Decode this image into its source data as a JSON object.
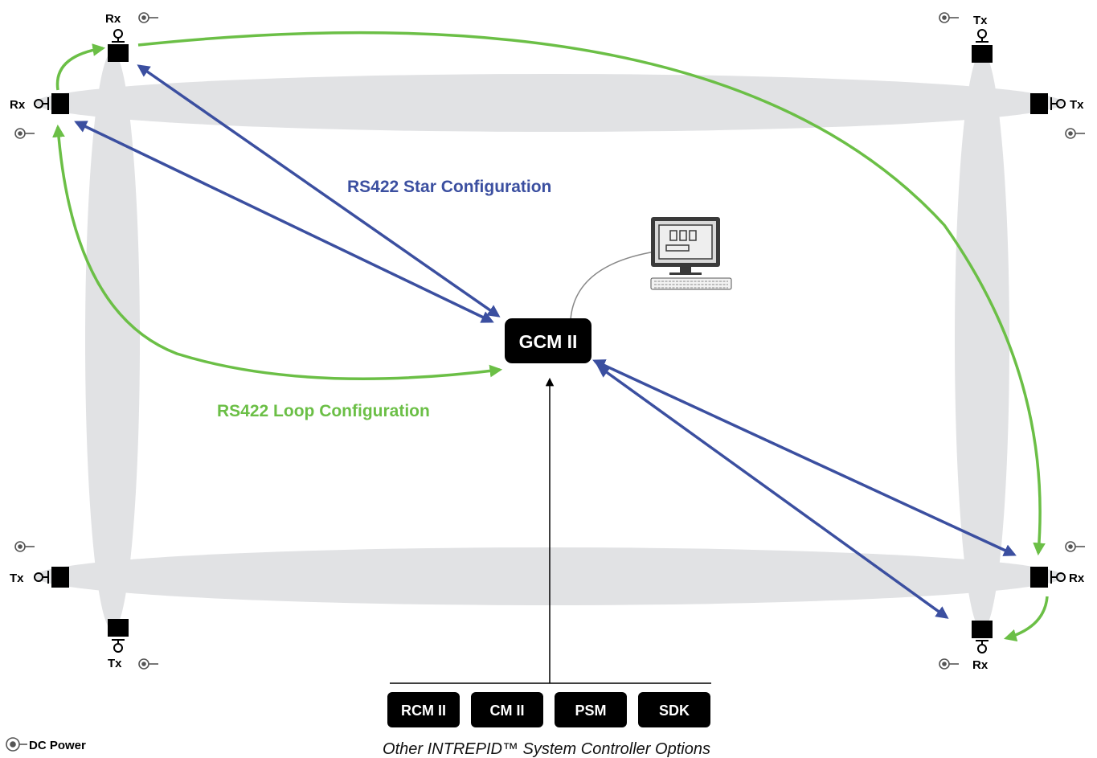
{
  "colors": {
    "star": "#3b4fa0",
    "loop": "#6bbf46",
    "fence": "#e1e2e4",
    "box": "#000000"
  },
  "labels": {
    "star_config": "RS422 Star Configuration",
    "loop_config": "RS422 Loop Configuration",
    "controller": "GCM II",
    "options_caption": "Other INTREPID™ System Controller Options",
    "legend_dc_power": "DC Power",
    "rx": "Rx",
    "tx": "Tx"
  },
  "options": [
    "RCM II",
    "CM II",
    "PSM",
    "SDK"
  ],
  "icons": [
    "sensor-post-icon",
    "dc-power-icon",
    "computer-icon",
    "keyboard-icon"
  ]
}
